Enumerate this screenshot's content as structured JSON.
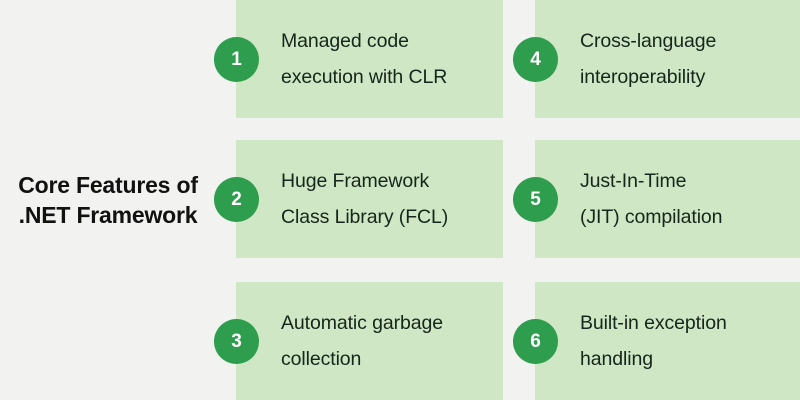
{
  "title": {
    "lines": [
      "Core Features",
      "of .NET",
      "Framework"
    ],
    "full": "Core Features of .NET Framework"
  },
  "colors": {
    "page_background": "#f2f2f0",
    "panel_background": "#cfe7c5",
    "badge_green": "#2e9e4e",
    "badge_text": "#ffffff",
    "title_text": "#111111",
    "panel_text": "#15261a"
  },
  "columns": [
    {
      "name": "left-column",
      "items": [
        {
          "number": "1",
          "lines": [
            "Managed code",
            "execution with CLR"
          ],
          "text": "Managed code execution with CLR"
        },
        {
          "number": "2",
          "lines": [
            "Huge Framework",
            "Class Library (FCL)"
          ],
          "text": "Huge Framework Class Library (FCL)"
        },
        {
          "number": "3",
          "lines": [
            "Automatic garbage",
            "collection"
          ],
          "text": "Automatic garbage collection"
        }
      ]
    },
    {
      "name": "right-column",
      "items": [
        {
          "number": "4",
          "lines": [
            "Cross-language",
            "interoperability"
          ],
          "text": "Cross-language interoperability"
        },
        {
          "number": "5",
          "lines": [
            "Just-In-Time",
            "(JIT) compilation"
          ],
          "text": "Just-In-Time (JIT) compilation"
        },
        {
          "number": "6",
          "lines": [
            "Built-in exception",
            "handling"
          ],
          "text": "Built-in exception handling"
        }
      ]
    }
  ]
}
